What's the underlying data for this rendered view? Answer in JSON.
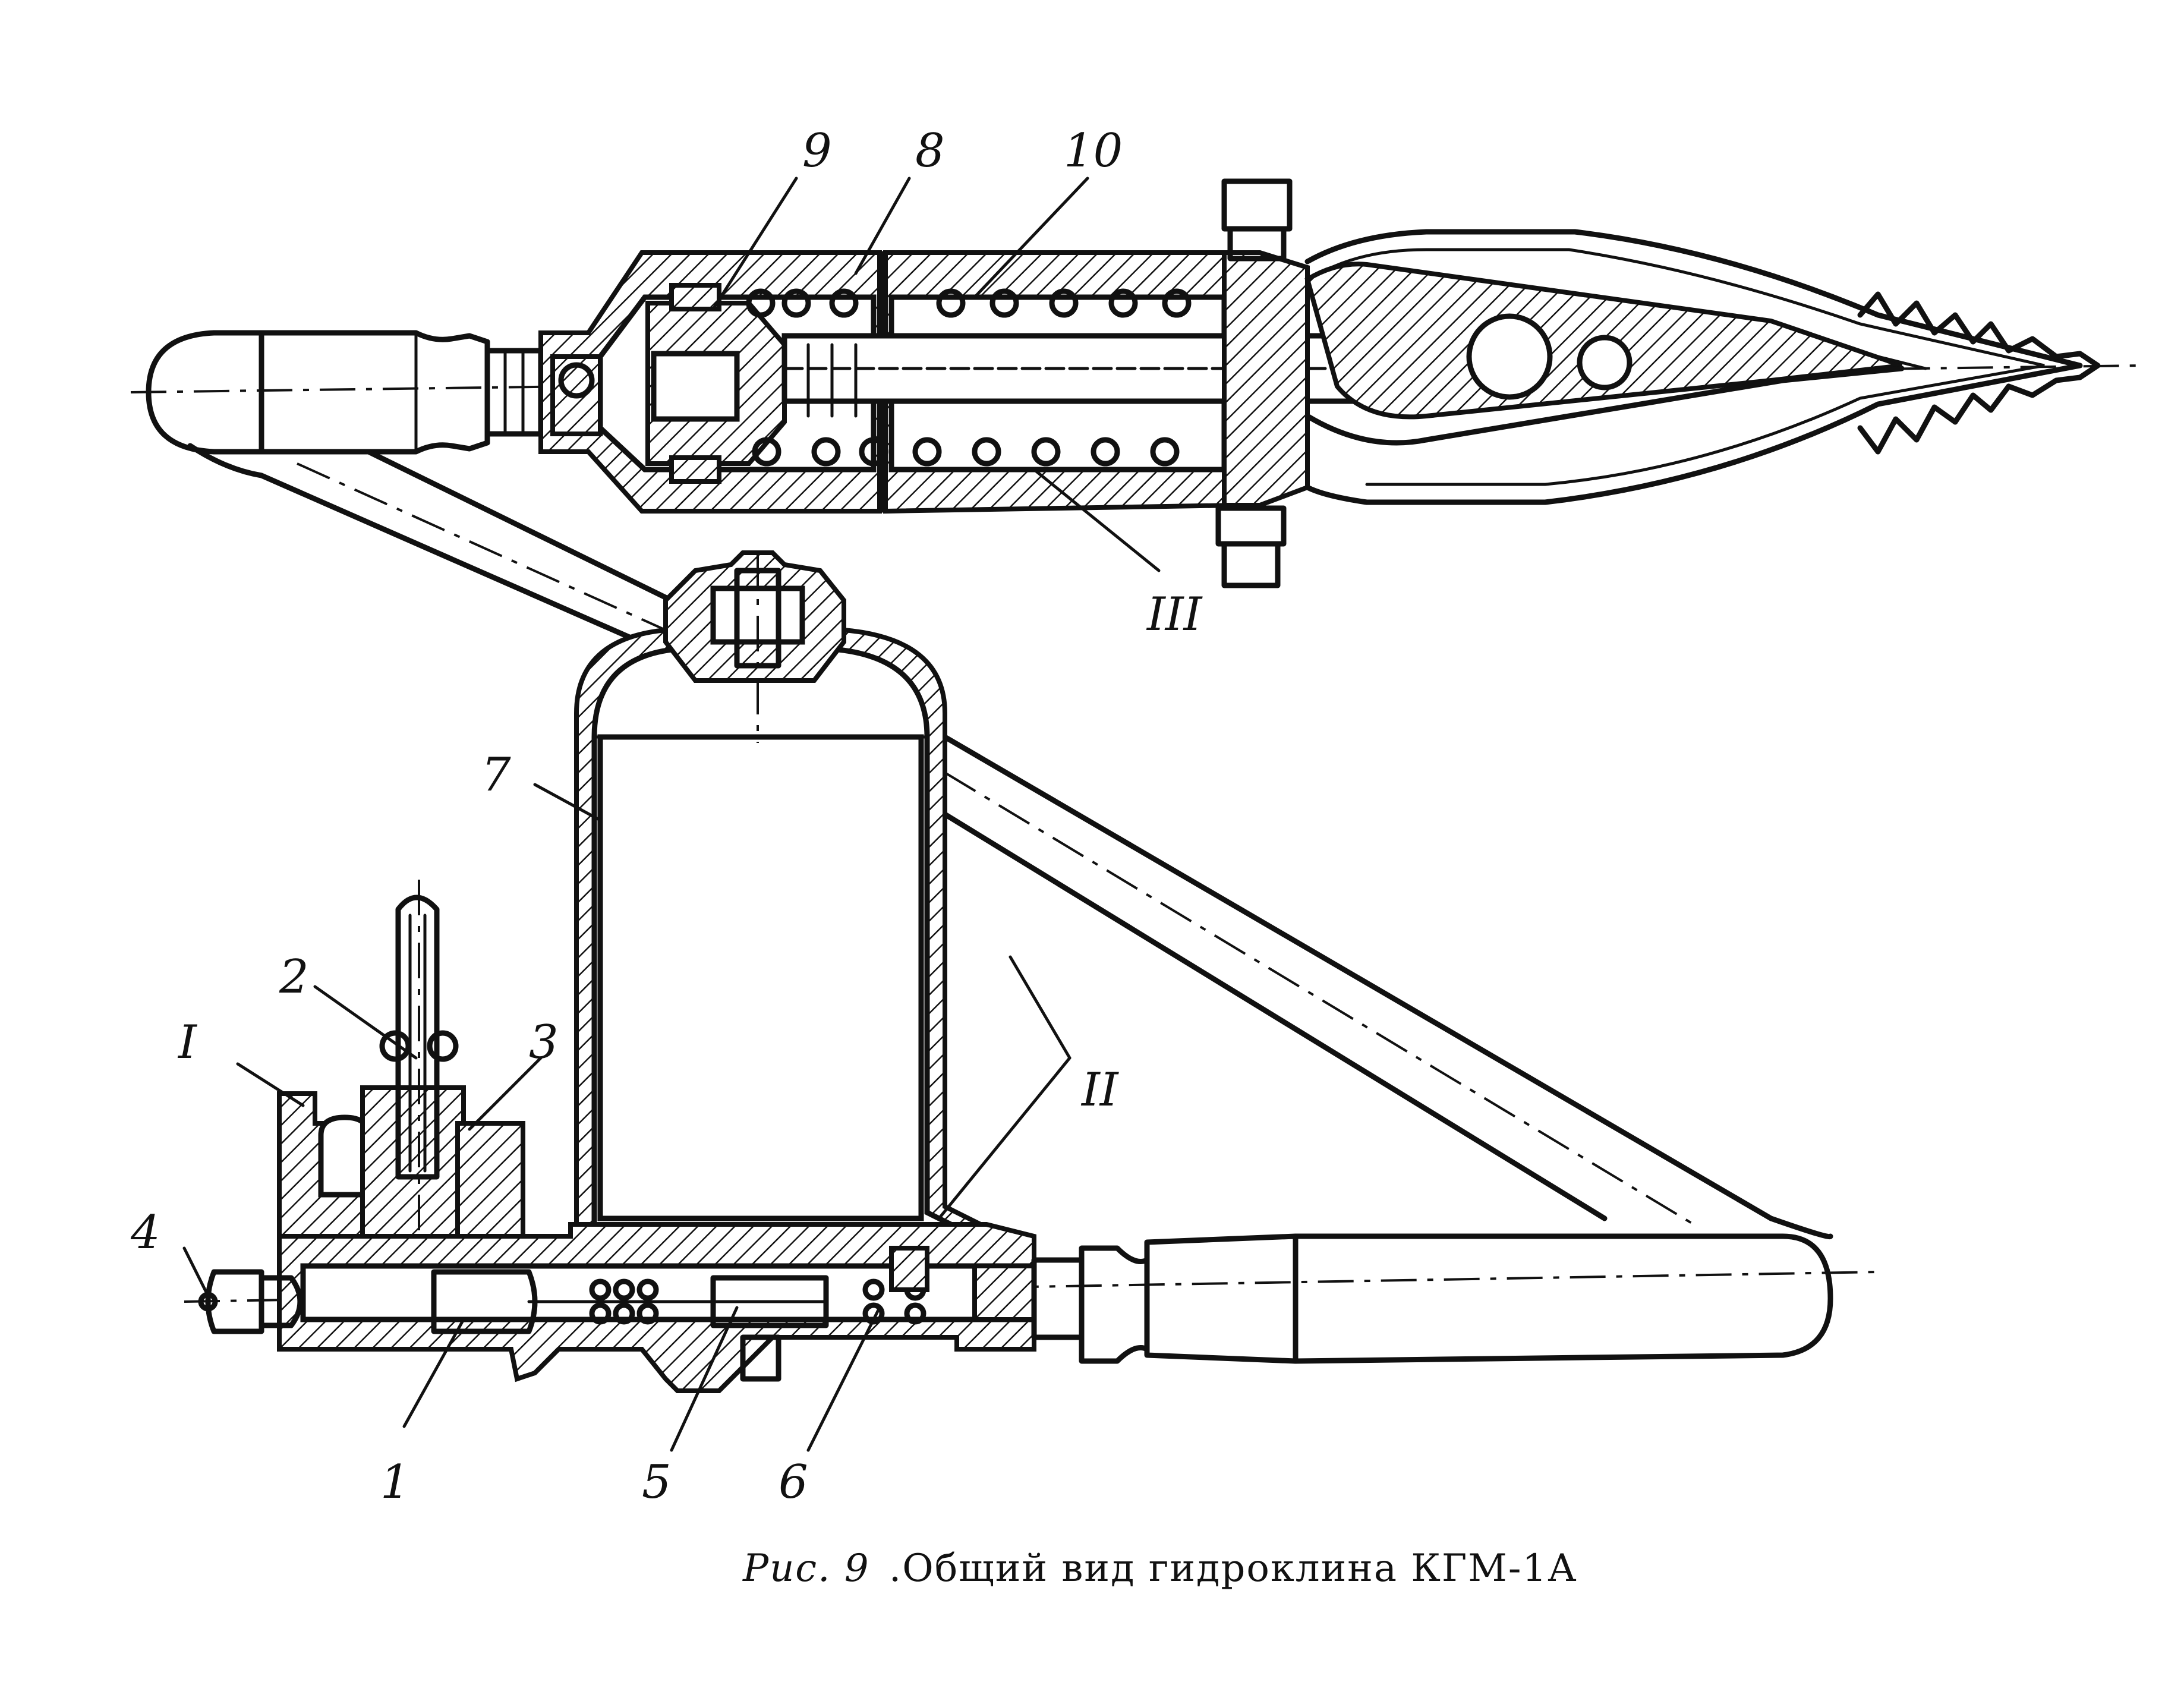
{
  "figure": {
    "caption_prefix": "Рис. 9",
    "caption_text": ".Общий вид гидроклина КГМ-1А"
  },
  "callouts": {
    "c9": "9",
    "c8": "8",
    "c10": "10",
    "cIII": "III",
    "c7": "7",
    "c2": "2",
    "cI_top": "I",
    "c3": "3",
    "cII": "II",
    "c4": "4",
    "c1": "1",
    "c5": "5",
    "c6": "6"
  }
}
